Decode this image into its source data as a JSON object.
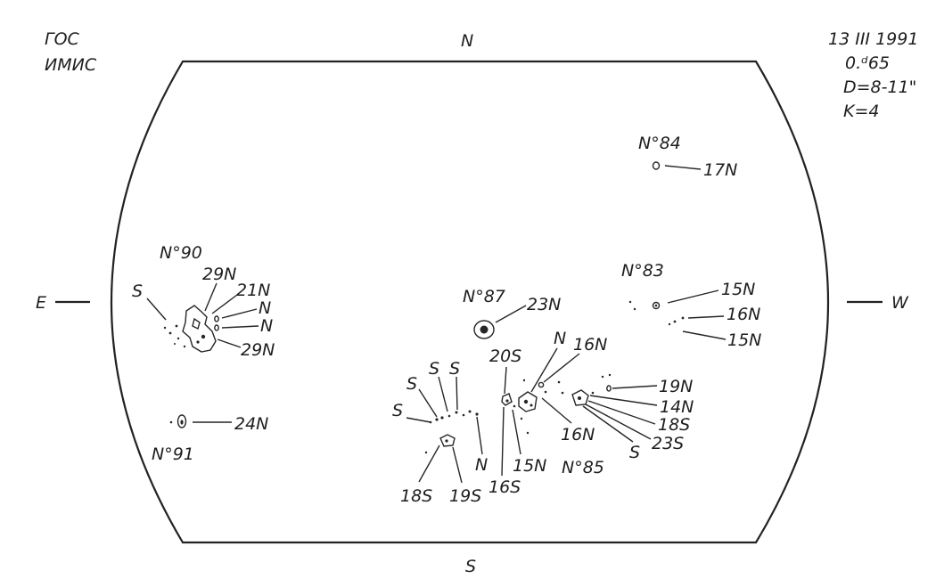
{
  "observatory": [
    "ГОС",
    "ИМИС"
  ],
  "observation": {
    "date": "13 III 1991",
    "time": "0.ᵈ65",
    "diameter": "D=8-11\"",
    "quality": "K=4"
  },
  "directions": {
    "north": "N",
    "south": "S",
    "east": "E",
    "west": "W"
  },
  "groups": {
    "g84": {
      "number": "N°84",
      "latitude": "17N"
    },
    "g83": {
      "number": "N°83",
      "latitudes": [
        "15N",
        "16N",
        "15N"
      ]
    },
    "g90": {
      "number": "N°90",
      "labels": [
        "S",
        "29N",
        "21N",
        "N",
        "N",
        "29N"
      ]
    },
    "g91": {
      "number": "N°91",
      "latitude": "24N"
    },
    "g87": {
      "number": "N°87",
      "latitude": "23N"
    },
    "g85": {
      "number": "N°85",
      "labels_left": [
        "S",
        "S",
        "S",
        "S",
        "18S",
        "19S",
        "N"
      ],
      "labels_mid": [
        "20S",
        "N",
        "16N",
        "16S",
        "15N",
        "16N"
      ],
      "labels_right": [
        "19N",
        "14N",
        "18S",
        "23S",
        "S"
      ]
    }
  },
  "colors": {
    "ink": "#262626",
    "paper": "#ffffff"
  }
}
